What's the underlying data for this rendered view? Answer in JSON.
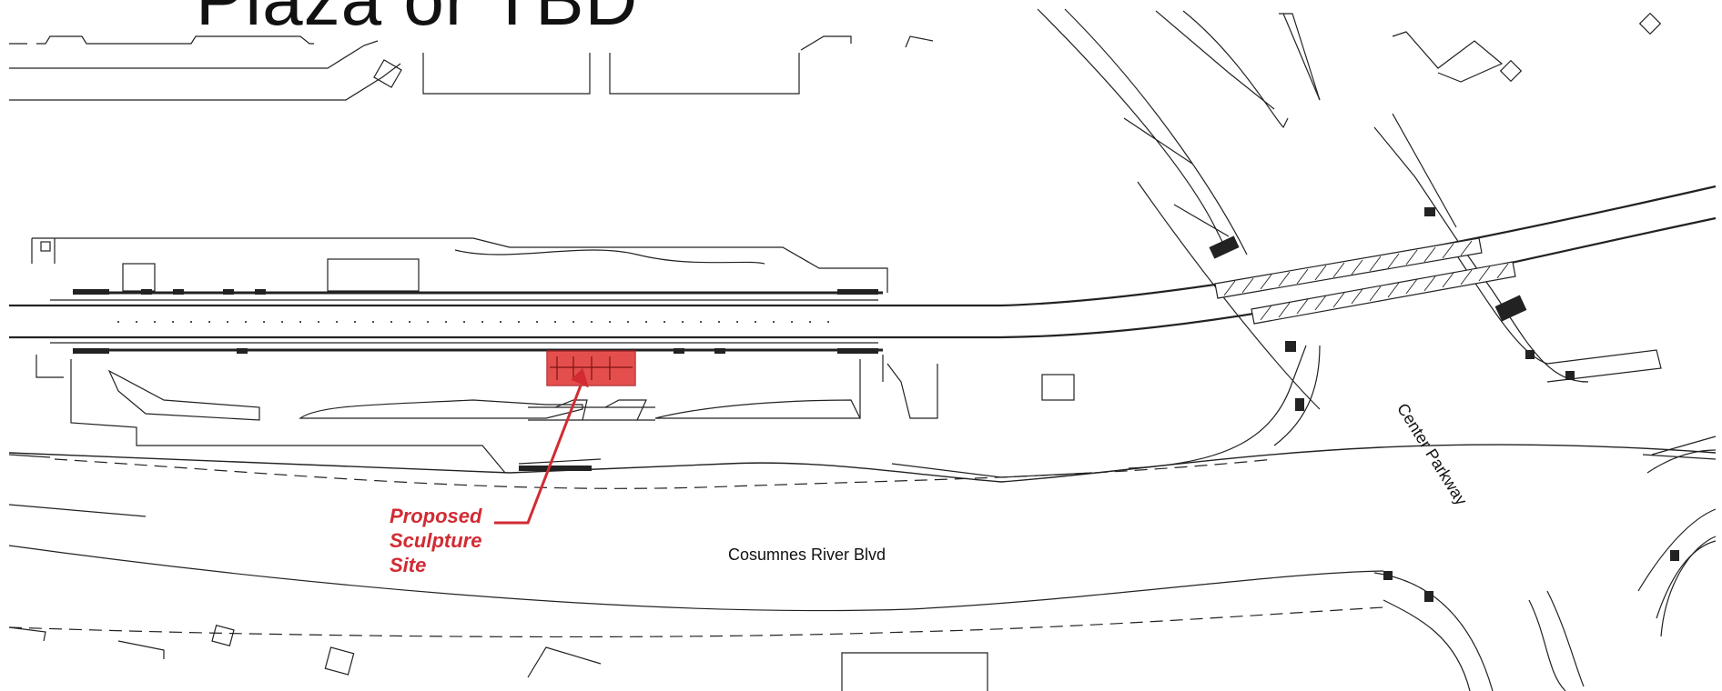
{
  "title": "Plaza or TBD",
  "labels": {
    "proposed_site": [
      "Proposed",
      "Sculpture",
      "Site"
    ],
    "street_horizontal": "Cosumnes River Blvd",
    "street_diagonal": "Center Parkway"
  },
  "colors": {
    "ink": "#222222",
    "highlight": "#e0312f",
    "highlight_text": "#d22b33"
  }
}
